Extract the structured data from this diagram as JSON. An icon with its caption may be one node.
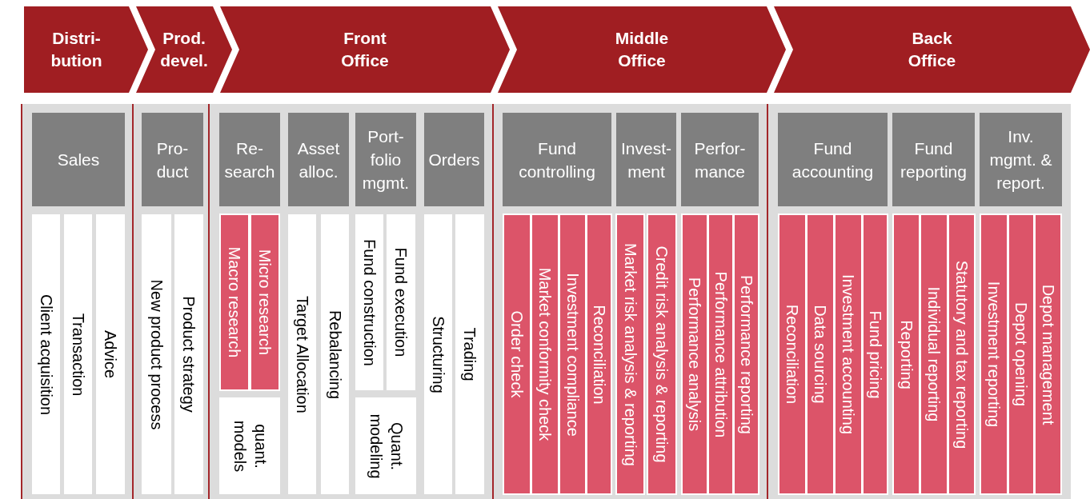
{
  "diagram": {
    "nodes": [
      {
        "text": [
          "Distri- bution"
        ]
      },
      {
        "text": [
          "Prod. devel."
        ]
      },
      {
        "text": [
          "Front Office"
        ]
      },
      {
        "text": [
          "Middle Office"
        ]
      },
      {
        "text": [
          "Back Office"
        ]
      },
      {
        "text": [],
        "shape": "box"
      },
      {
        "text": [
          "Sales"
        ],
        "in": 5
      },
      {
        "text": [
          "Client acquisition"
        ],
        "in": 5
      },
      {
        "text": [
          "Transaction"
        ],
        "in": 5
      },
      {
        "text": [
          "Advice"
        ],
        "in": 5
      },
      {
        "text": [],
        "shape": "box"
      },
      {
        "text": [
          "Pro- duct"
        ],
        "in": 10
      },
      {
        "text": [
          "New product process"
        ],
        "in": 10
      },
      {
        "text": [
          "Product strategy"
        ],
        "in": 10
      },
      {
        "text": [],
        "shape": "box"
      },
      {
        "text": [
          "Re- search"
        ],
        "in": 14
      },
      {
        "text": [
          "Asset alloc."
        ],
        "in": 14
      },
      {
        "text": [
          "Port- folio mgmt."
        ],
        "in": 14
      },
      {
        "text": [
          "Orders"
        ],
        "in": 14
      },
      {
        "text": [
          "Macro research"
        ],
        "in": 14
      },
      {
        "text": [
          "Micro research"
        ],
        "in": 14
      },
      {
        "text": [
          "quant. models"
        ],
        "in": 14
      },
      {
        "text": [
          "Target Allocation"
        ],
        "in": 14
      },
      {
        "text": [
          "Rebalancing"
        ],
        "in": 14
      },
      {
        "text": [
          "Fund construction"
        ],
        "in": 14
      },
      {
        "text": [
          "Fund execution"
        ],
        "in": 14
      },
      {
        "text": [
          "Quant. modeling"
        ],
        "in": 14
      },
      {
        "text": [
          "Structuring"
        ],
        "in": 14
      },
      {
        "text": [
          "Trading"
        ],
        "in": 14
      },
      {
        "text": [],
        "shape": "box"
      },
      {
        "text": [
          "Fund controlling"
        ],
        "in": 29
      },
      {
        "text": [
          "Invest- ment"
        ],
        "in": 29
      },
      {
        "text": [
          "Perfor- mance"
        ],
        "in": 29
      },
      {
        "text": [
          "Order check"
        ],
        "in": 29
      },
      {
        "text": [
          "Market conformity check"
        ],
        "in": 29
      },
      {
        "text": [
          "Investment compliance"
        ],
        "in": 29
      },
      {
        "text": [
          "Reconciliation"
        ],
        "in": 29
      },
      {
        "text": [
          "Market risk analysis & reporting"
        ],
        "in": 29
      },
      {
        "text": [
          "Credit risk analysis & reporting"
        ],
        "in": 29
      },
      {
        "text": [
          "Performance analysis"
        ],
        "in": 29
      },
      {
        "text": [
          "Performance attribution"
        ],
        "in": 29
      },
      {
        "text": [
          "Performance reporting"
        ],
        "in": 29
      },
      {
        "text": [],
        "shape": "box"
      },
      {
        "text": [
          "Fund accounting"
        ],
        "in": 42
      },
      {
        "text": [
          "Fund reporting"
        ],
        "in": 42
      },
      {
        "text": [
          "Inv. mgmt. & report."
        ],
        "in": 42
      },
      {
        "text": [
          "Reconciliation"
        ],
        "in": 42
      },
      {
        "text": [
          "Data sourcing"
        ],
        "in": 42
      },
      {
        "text": [
          "Investment accounting"
        ],
        "in": 42
      },
      {
        "text": [
          "Fund pricing"
        ],
        "in": 42
      },
      {
        "text": [
          "Reporting"
        ],
        "in": 42
      },
      {
        "text": [
          "Individual reporting"
        ],
        "in": 42
      },
      {
        "text": [
          "Statutory and tax reporting"
        ],
        "in": 42
      },
      {
        "text": [
          "Investment reporting"
        ],
        "in": 42
      },
      {
        "text": [
          "Depot opening"
        ],
        "in": 42
      },
      {
        "text": [
          "Depot management"
        ],
        "in": 42
      }
    ]
  }
}
